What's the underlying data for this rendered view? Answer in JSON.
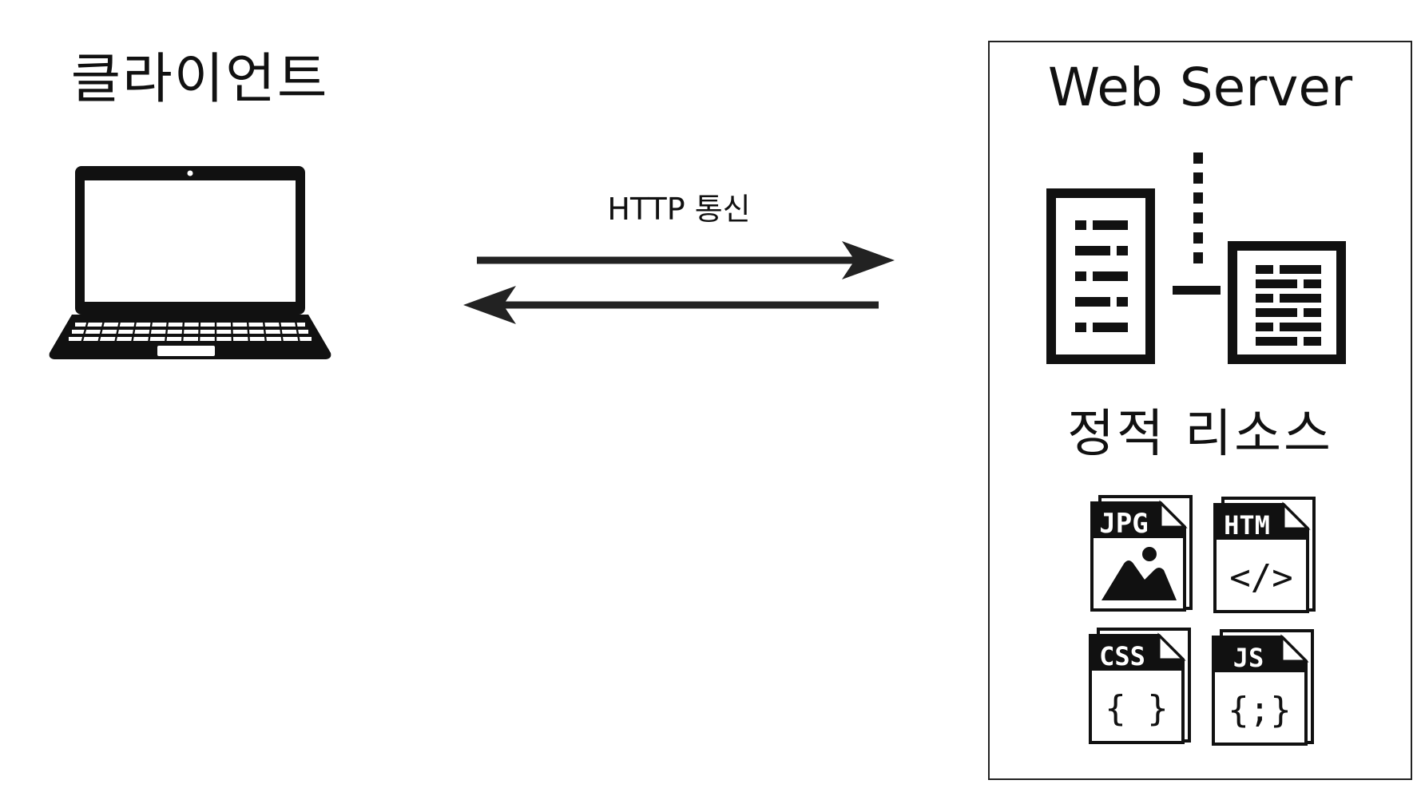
{
  "client": {
    "title": "클라이언트"
  },
  "connection": {
    "label": "HTTP 통신"
  },
  "server": {
    "title": "Web Server",
    "static_title": "정적 리소스",
    "files": [
      {
        "tag": "JPG",
        "symbol": ""
      },
      {
        "tag": "HTM",
        "symbol": "</>"
      },
      {
        "tag": "CSS",
        "symbol": "{ }"
      },
      {
        "tag": "JS",
        "symbol": "{;}"
      }
    ]
  }
}
